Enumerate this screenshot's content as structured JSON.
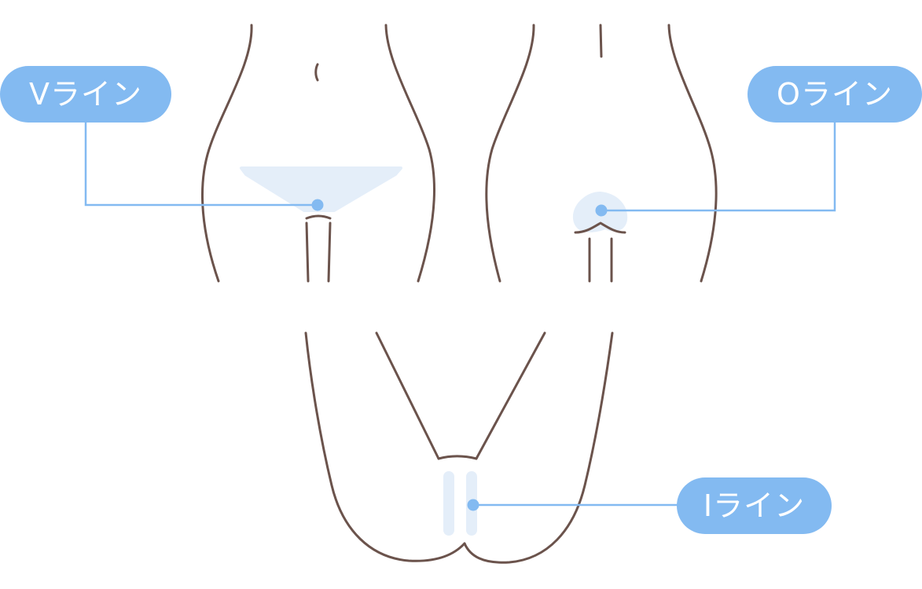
{
  "labels": {
    "v_line": "Vライン",
    "o_line": "Oライン",
    "i_line": "Iライン"
  },
  "colors": {
    "outline": "#6b534c",
    "highlight": "#e4eef9",
    "accent": "#83baf1",
    "label_text": "#ffffff"
  }
}
